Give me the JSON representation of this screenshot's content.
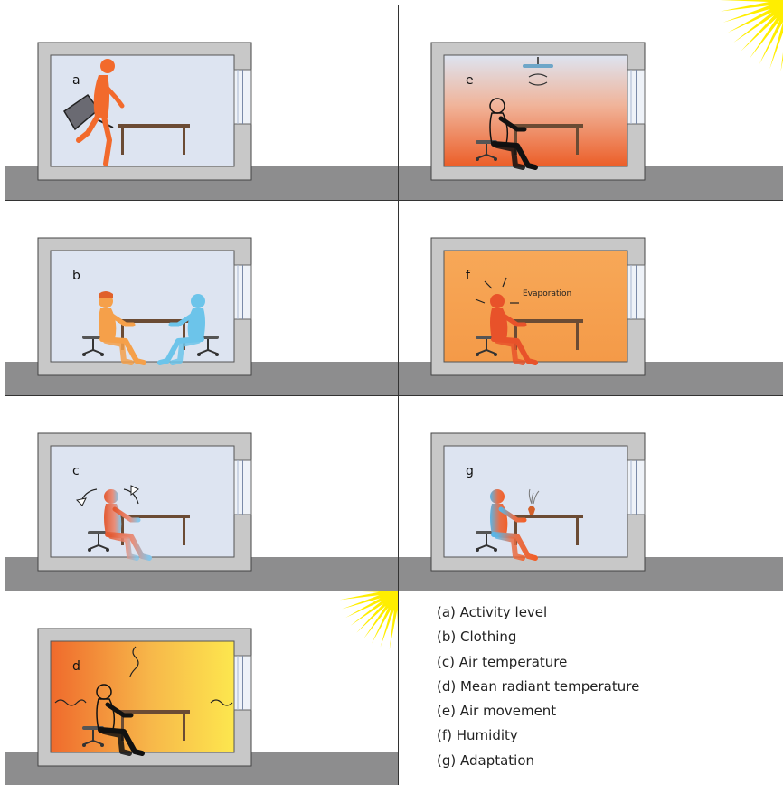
{
  "panels": [
    {
      "id": "a",
      "label": "a",
      "factor": "activity-level"
    },
    {
      "id": "b",
      "label": "b",
      "factor": "clothing"
    },
    {
      "id": "c",
      "label": "c",
      "factor": "air-temperature"
    },
    {
      "id": "d",
      "label": "d",
      "factor": "mean-radiant-temperature"
    },
    {
      "id": "e",
      "label": "e",
      "factor": "air-movement"
    },
    {
      "id": "f",
      "label": "f",
      "factor": "humidity",
      "annotation": "Evaporation"
    },
    {
      "id": "g",
      "label": "g",
      "factor": "adaptation"
    }
  ],
  "legend": [
    "(a) Activity level",
    "(b) Clothing",
    "(c) Air temperature",
    "(d) Mean radiant temperature",
    "(e) Air movement",
    "(f) Humidity",
    "(g) Adaptation"
  ],
  "colors": {
    "wall": "#c8c8c8",
    "wall_stroke": "#444444",
    "ground": "#8d8d8e",
    "room_cool": "#dde4f1",
    "warm_orange": "#f26a2c",
    "light_orange": "#f5a04a",
    "cool_blue": "#6cc4ea",
    "sun_yellow": "#ffee00",
    "desk_brown": "#6b4b34"
  }
}
